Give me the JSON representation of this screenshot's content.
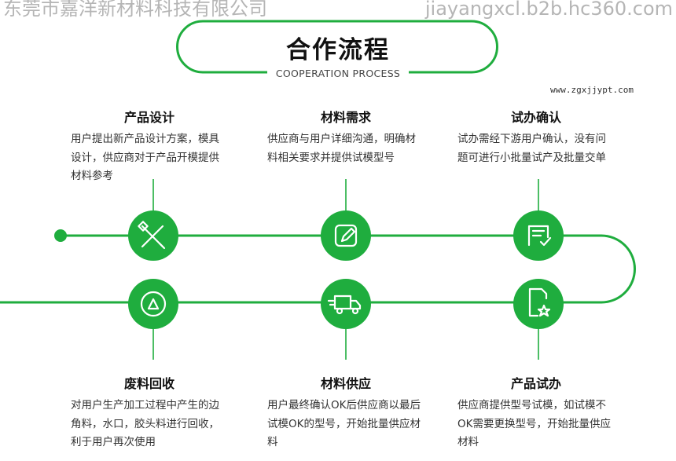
{
  "header": {
    "title": "合作流程",
    "subtitle": "COOPERATION PROCESS"
  },
  "colors": {
    "accent": "#1fad3e"
  },
  "steps": [
    {
      "title": "产品设计",
      "desc": "用户提出新产品设计方案，模具设计，供应商对于产品开模提供材料参考",
      "icon": "ruler-pencil-icon"
    },
    {
      "title": "材料需求",
      "desc": "供应商与用户详细沟通，明确材料相关要求并提供试模型号",
      "icon": "edit-icon"
    },
    {
      "title": "试办确认",
      "desc": "试办需经下游用户确认，没有问题可进行小批量试产及批量交单",
      "icon": "checklist-icon"
    },
    {
      "title": "废料回收",
      "desc": "对用户生产加工过程中产生的边角料，水口，胶头料进行回收，利于用户再次使用",
      "icon": "recycle-icon"
    },
    {
      "title": "材料供应",
      "desc": "用户最终确认OK后供应商以最后试模OK的型号，开始批量供应材料",
      "icon": "delivery-truck-icon"
    },
    {
      "title": "产品试办",
      "desc": "供应商提供型号试模，如试模不OK需要更换型号，开始批量供应材料",
      "icon": "document-star-icon"
    }
  ],
  "watermark": {
    "company": "东莞市嘉洋新材料科技有限公司",
    "url1": "jiayangxcl.b2b.hc360.com",
    "url2": "www.zgxjjypt.com"
  }
}
